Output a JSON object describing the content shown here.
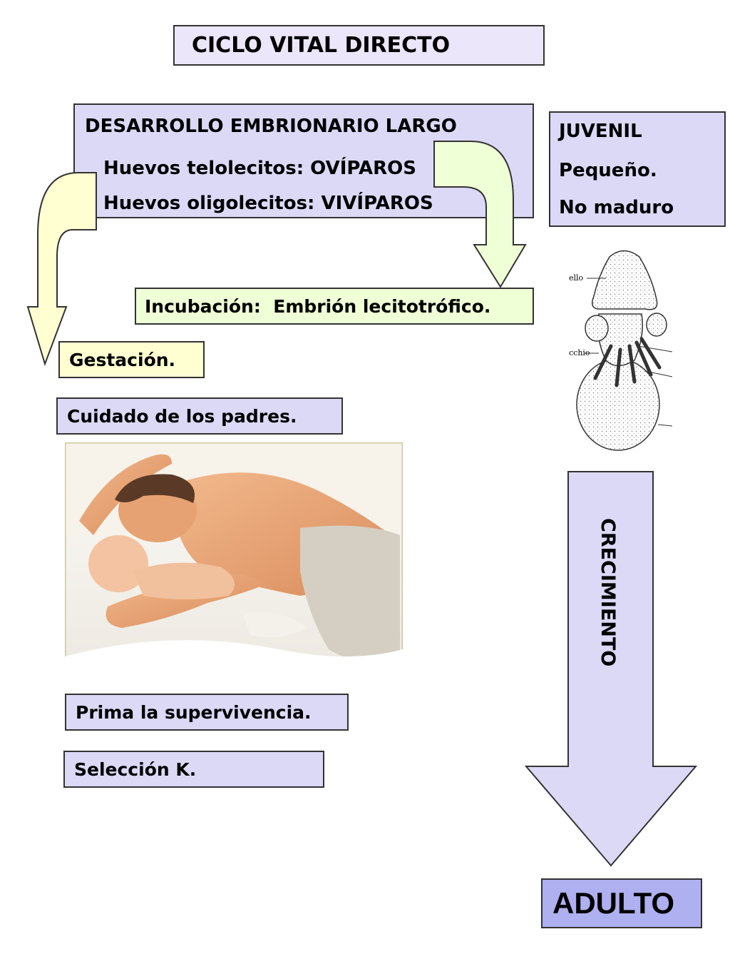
{
  "title": "CICLO VITAL DIRECTO",
  "development": {
    "heading": "DESARROLLO EMBRIONARIO LARGO",
    "line1": "Huevos telolecitos: OVÍPAROS",
    "line2": "Huevos oligolecitos: VIVÍPAROS"
  },
  "juvenil": {
    "heading": "JUVENIL",
    "line1": "Pequeño.",
    "line2": "No maduro"
  },
  "incubacion": "Incubación:  Embrión lecitotrófico.",
  "gestacion": "Gestación.",
  "cuidado": "Cuidado de los padres.",
  "supervivencia": "Prima la supervivencia.",
  "seleccion": "Selección K.",
  "crecimiento": "CRECIMIENTO",
  "adulto": "ADULTO",
  "drawing_labels": {
    "top": "ello",
    "middle": "cchio"
  },
  "colors": {
    "lavender": "#dcd9f7",
    "light_lavender": "#ece6fb",
    "pale_green": "#efffd6",
    "pale_yellow": "#ffffd2",
    "adult_box": "#aeb0ef"
  }
}
